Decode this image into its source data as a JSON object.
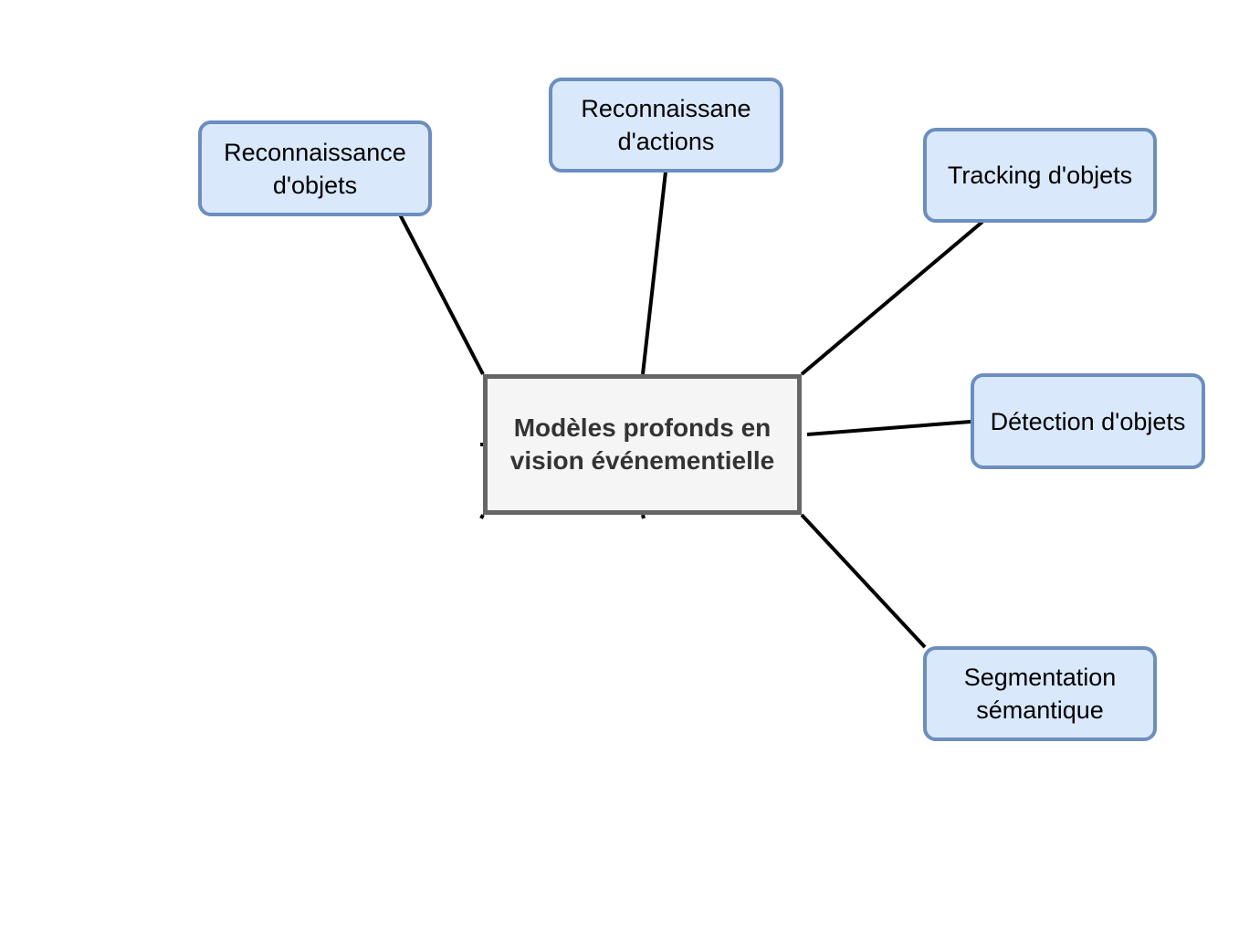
{
  "diagram": {
    "type": "mind-map",
    "central": {
      "label": "Modèles profonds en\nvision événementielle",
      "fill": "#f5f5f5",
      "stroke": "#666666"
    },
    "topics": [
      {
        "id": "objrec",
        "label": "Reconnaissance\nd'objets"
      },
      {
        "id": "actrec",
        "label": "Reconnaissane\nd'actions"
      },
      {
        "id": "tracking",
        "label": "Tracking d'objets"
      },
      {
        "id": "detect",
        "label": "Détection d'objets"
      },
      {
        "id": "segment",
        "label": "Segmentation\nsémantique"
      }
    ],
    "topic_style": {
      "fill": "#dae8fc",
      "stroke": "#6c8ebf"
    },
    "edges": [
      {
        "from": "central",
        "to": "objrec"
      },
      {
        "from": "central",
        "to": "actrec"
      },
      {
        "from": "central",
        "to": "tracking"
      },
      {
        "from": "central",
        "to": "detect"
      },
      {
        "from": "central",
        "to": "segment"
      }
    ],
    "edge_color": "#000000"
  }
}
